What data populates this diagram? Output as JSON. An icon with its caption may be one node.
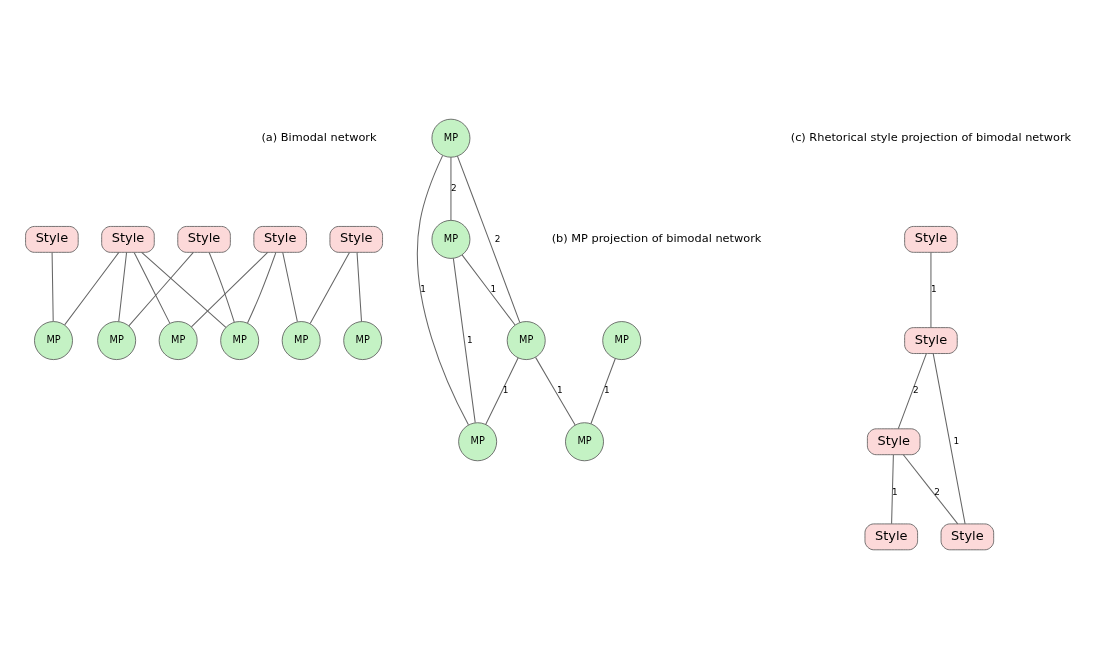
{
  "diagram": {
    "nodes": [
      {
        "text": [
          "Style"
        ]
      },
      {
        "text": [
          "Style"
        ]
      },
      {
        "text": [
          "Style"
        ]
      },
      {
        "text": [
          "Style"
        ]
      },
      {
        "text": [
          "Style"
        ]
      },
      {
        "text": [
          "MP"
        ]
      },
      {
        "text": [
          "MP"
        ]
      },
      {
        "text": [
          "MP"
        ]
      },
      {
        "text": [
          "MP"
        ]
      },
      {
        "text": [
          "MP"
        ]
      },
      {
        "text": [
          "MP"
        ]
      },
      {
        "text": [
          "MP"
        ]
      },
      {
        "text": [
          "MP"
        ]
      },
      {
        "text": [
          "MP"
        ]
      },
      {
        "text": [
          "MP"
        ]
      },
      {
        "text": [
          "MP"
        ]
      },
      {
        "text": [
          "MP"
        ]
      },
      {
        "text": [
          "Style"
        ]
      },
      {
        "text": [
          "Style"
        ]
      },
      {
        "text": [
          "Style"
        ]
      },
      {
        "text": [
          "Style"
        ]
      },
      {
        "text": [
          "Style"
        ]
      }
    ],
    "edges": [
      {
        "from": 0,
        "to": 5,
        "arrow": "none"
      },
      {
        "from": 0,
        "to": 8,
        "arrow": "none"
      },
      {
        "from": 1,
        "to": 6,
        "arrow": "none"
      },
      {
        "from": 1,
        "to": 7,
        "arrow": "none"
      },
      {
        "from": 1,
        "to": 8,
        "arrow": "none"
      },
      {
        "from": 2,
        "to": 9,
        "arrow": "none"
      },
      {
        "from": 3,
        "to": 6,
        "arrow": "none"
      },
      {
        "from": 3,
        "to": 10,
        "arrow": "none"
      },
      {
        "from": 4,
        "to": 6,
        "arrow": "none"
      },
      {
        "from": 4,
        "to": 7,
        "arrow": "none"
      },
      {
        "from": 4,
        "to": 9,
        "arrow": "none"
      },
      {
        "from": 4,
        "to": 10,
        "arrow": "none"
      },
      {
        "from": 11,
        "to": 16,
        "arrow": "none",
        "label": "1"
      },
      {
        "from": 12,
        "to": 13,
        "arrow": "none",
        "label": "2"
      },
      {
        "from": 12,
        "to": 14,
        "arrow": "none",
        "label": "2"
      },
      {
        "from": 12,
        "to": 15,
        "arrow": "none",
        "label": "1"
      },
      {
        "from": 13,
        "to": 14,
        "arrow": "none",
        "label": "1"
      },
      {
        "from": 13,
        "to": 15,
        "arrow": "none",
        "label": "1"
      },
      {
        "from": 14,
        "to": 15,
        "arrow": "none",
        "label": "1"
      },
      {
        "from": 14,
        "to": 16,
        "arrow": "none",
        "label": "1"
      },
      {
        "from": 17,
        "to": 19,
        "arrow": "none",
        "label": "1"
      },
      {
        "from": 19,
        "to": 18,
        "arrow": "none",
        "label": "2"
      },
      {
        "from": 19,
        "to": 20,
        "arrow": "none",
        "label": "1"
      },
      {
        "from": 18,
        "to": 21,
        "arrow": "none",
        "label": "1"
      },
      {
        "from": 18,
        "to": 20,
        "arrow": "none",
        "label": "2"
      }
    ],
    "labels": [
      "(a) Bimodal network",
      "(b) MP projection of bimodal network",
      "(c) Rhetorical style projection of bimodal network"
    ]
  }
}
